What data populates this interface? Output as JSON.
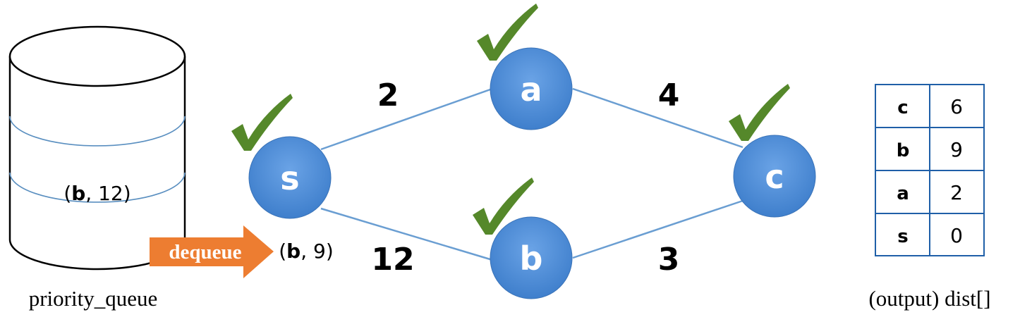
{
  "colors": {
    "node_fill": "#4a8ad6",
    "edge": "#6a9ed2",
    "check": "#55882a",
    "arrow": "#ed7d31",
    "table_border": "#1f5fa8",
    "cylinder_line": "#5a8fc0"
  },
  "priority_queue": {
    "caption": "priority_queue",
    "item": {
      "key": "b",
      "value": "12"
    }
  },
  "dequeue": {
    "label": "dequeue",
    "item": {
      "key": "b",
      "value": "9"
    }
  },
  "graph": {
    "nodes": [
      {
        "id": "s",
        "label": "s",
        "checked": true
      },
      {
        "id": "a",
        "label": "a",
        "checked": true
      },
      {
        "id": "b",
        "label": "b",
        "checked": true
      },
      {
        "id": "c",
        "label": "c",
        "checked": true
      }
    ],
    "edges": [
      {
        "from": "s",
        "to": "a",
        "weight": "2"
      },
      {
        "from": "a",
        "to": "c",
        "weight": "4"
      },
      {
        "from": "s",
        "to": "b",
        "weight": "12"
      },
      {
        "from": "b",
        "to": "c",
        "weight": "3"
      }
    ]
  },
  "dist_table": {
    "caption": "(output) dist[]",
    "rows": [
      {
        "key": "c",
        "value": "6"
      },
      {
        "key": "b",
        "value": "9"
      },
      {
        "key": "a",
        "value": "2"
      },
      {
        "key": "s",
        "value": "0"
      }
    ]
  }
}
